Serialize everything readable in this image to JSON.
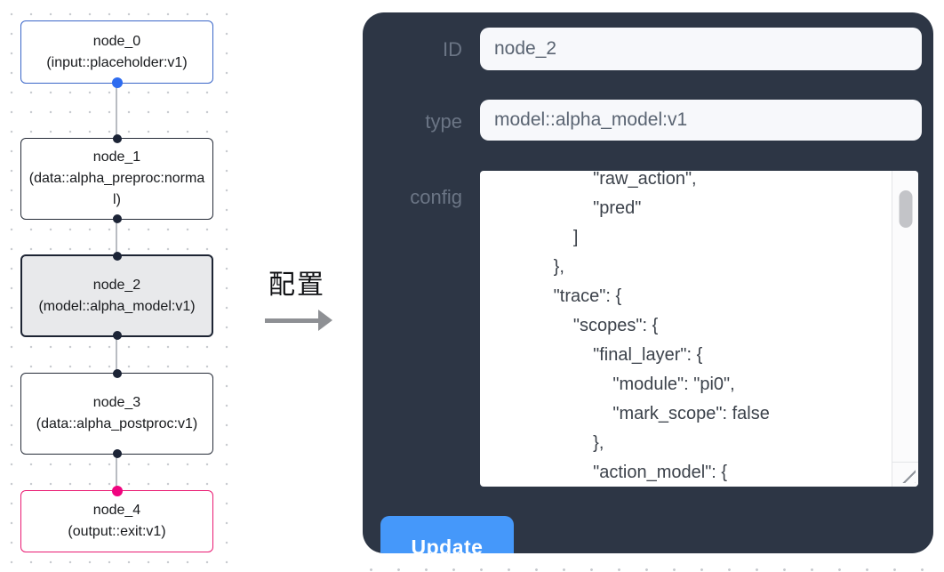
{
  "flow": {
    "nodes": [
      {
        "name": "node_0",
        "type": "(input::placeholder:v1)",
        "variant": "input",
        "accent": "#3a66c8"
      },
      {
        "name": "node_1",
        "type": "(data::alpha_preproc:normal)",
        "variant": "default",
        "accent": "#262c38"
      },
      {
        "name": "node_2",
        "type": "(model::alpha_model:v1)",
        "variant": "selected",
        "accent": "#1d2433"
      },
      {
        "name": "node_3",
        "type": "(data::alpha_postproc:v1)",
        "variant": "default",
        "accent": "#262c38"
      },
      {
        "name": "node_4",
        "type": "(output::exit:v1)",
        "variant": "output",
        "accent": "#ea1a72"
      }
    ],
    "handle_colors": {
      "dark": "#1c2436",
      "blue": "#2e6cf0",
      "pink": "#f0047f"
    }
  },
  "transition": {
    "label": "配置",
    "arrow_color": "#8e9094"
  },
  "panel": {
    "bg_color": "#2d3645",
    "fields": [
      {
        "label": "ID",
        "value": "node_2"
      },
      {
        "label": "type",
        "value": "model::alpha_model:v1"
      }
    ],
    "config": {
      "label": "config",
      "value": "                    \"raw_action\",\n                    \"pred\"\n                ]\n            },\n            \"trace\": {\n                \"scopes\": {\n                    \"final_layer\": {\n                        \"module\": \"pi0\",\n                        \"mark_scope\": false\n                    },\n                    \"action_model\": {"
    },
    "update_button": {
      "label": "Update",
      "bg_color": "#4598fa"
    }
  }
}
